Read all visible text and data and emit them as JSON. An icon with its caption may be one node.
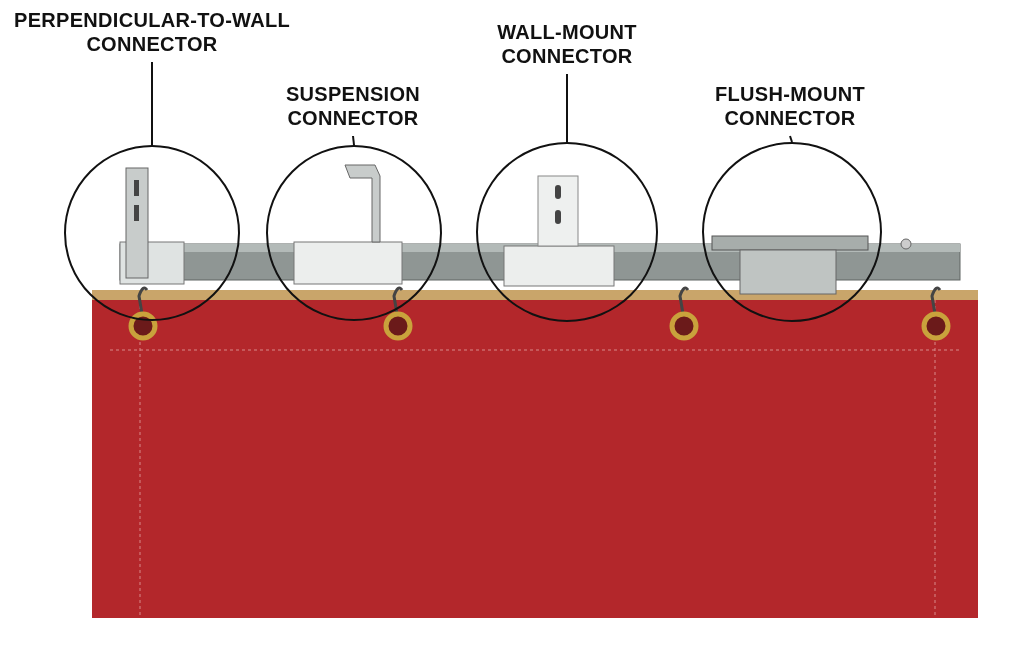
{
  "diagram": {
    "nodes": [
      {
        "text": [
          "PERPENDICULAR-TO-WALL CONNECTOR"
        ]
      },
      {
        "text": [],
        "shape": "circle"
      },
      {
        "text": [
          "SUSPENSION CONNECTOR"
        ]
      },
      {
        "text": [],
        "shape": "circle"
      },
      {
        "text": [
          "WALL-MOUNT CONNECTOR"
        ]
      },
      {
        "text": [],
        "shape": "circle"
      },
      {
        "text": [
          "FLUSH-MOUNT CONNECTOR"
        ]
      },
      {
        "text": [],
        "shape": "circle"
      }
    ],
    "edges": [
      {
        "from": 0,
        "to": 1,
        "arrow": "none"
      },
      {
        "from": 2,
        "to": 3,
        "arrow": "none"
      },
      {
        "from": 4,
        "to": 5,
        "arrow": "none"
      },
      {
        "from": 6,
        "to": 7,
        "arrow": "none"
      }
    ]
  }
}
